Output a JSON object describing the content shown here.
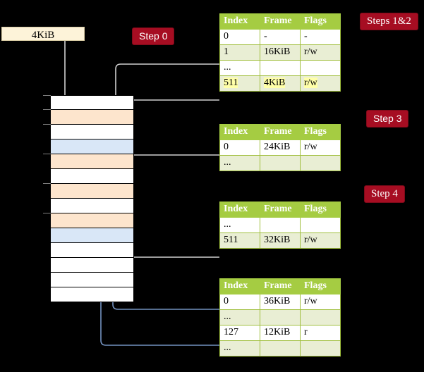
{
  "diagram": {
    "title_hidden": "",
    "source_box": {
      "label": "4KiB"
    },
    "badges": [
      {
        "id": "step0",
        "label": "Step 0",
        "font": "sans"
      },
      {
        "id": "steps12",
        "label": "Steps 1&2",
        "font": "serif"
      },
      {
        "id": "step3",
        "label": "Step 3",
        "font": "sans"
      },
      {
        "id": "step4",
        "label": "Step 4",
        "font": "serif"
      }
    ],
    "memory_stack": {
      "rows": [
        {
          "fill": "white",
          "tick": true
        },
        {
          "fill": "peach",
          "tick": true
        },
        {
          "fill": "white",
          "tick": true
        },
        {
          "fill": "blue",
          "tick": false
        },
        {
          "fill": "peach",
          "tick": true
        },
        {
          "fill": "white",
          "tick": false
        },
        {
          "fill": "peach",
          "tick": true
        },
        {
          "fill": "white",
          "tick": false
        },
        {
          "fill": "peach",
          "tick": true
        },
        {
          "fill": "blue",
          "tick": false
        },
        {
          "fill": "white",
          "tick": false
        },
        {
          "fill": "white",
          "tick": false
        },
        {
          "fill": "white",
          "tick": false
        },
        {
          "fill": "white",
          "tick": false
        }
      ]
    },
    "tables": [
      {
        "id": "table-level4",
        "headers": [
          "Index",
          "Frame",
          "Flags"
        ],
        "rows": [
          {
            "cells": [
              "0",
              "-",
              "-"
            ],
            "style": "plain",
            "highlight": false
          },
          {
            "cells": [
              "1",
              "16KiB",
              "r/w"
            ],
            "style": "alt",
            "highlight": false
          },
          {
            "cells": [
              "...",
              "",
              ""
            ],
            "style": "plain",
            "highlight": false
          },
          {
            "cells": [
              "511",
              "4KiB",
              "r/w"
            ],
            "style": "alt",
            "highlight": true
          }
        ]
      },
      {
        "id": "table-level3",
        "headers": [
          "Index",
          "Frame",
          "Flags"
        ],
        "rows": [
          {
            "cells": [
              "0",
              "24KiB",
              "r/w"
            ],
            "style": "plain",
            "highlight": false
          },
          {
            "cells": [
              "...",
              "",
              ""
            ],
            "style": "alt",
            "highlight": false
          }
        ]
      },
      {
        "id": "table-level2",
        "headers": [
          "Index",
          "Frame",
          "Flags"
        ],
        "rows": [
          {
            "cells": [
              "...",
              "",
              ""
            ],
            "style": "plain",
            "highlight": false
          },
          {
            "cells": [
              "511",
              "32KiB",
              "r/w"
            ],
            "style": "alt",
            "highlight": false
          }
        ]
      },
      {
        "id": "table-level1",
        "headers": [
          "Index",
          "Frame",
          "Flags"
        ],
        "rows": [
          {
            "cells": [
              "0",
              "36KiB",
              "r/w"
            ],
            "style": "plain",
            "highlight": false
          },
          {
            "cells": [
              "...",
              "",
              ""
            ],
            "style": "alt",
            "highlight": false
          },
          {
            "cells": [
              "127",
              "12KiB",
              "r"
            ],
            "style": "plain",
            "highlight": false
          },
          {
            "cells": [
              "...",
              "",
              ""
            ],
            "style": "alt",
            "highlight": false
          }
        ]
      }
    ],
    "colors": {
      "background": "#000000",
      "badge_bg": "#a60d22",
      "table_header_bg": "#a5cc42",
      "table_alt_row_bg": "#e9eed4",
      "table_border": "#9fbe3c",
      "highlight_yellow": "#ffffa8",
      "row_peach": "#fde5cd",
      "row_blue": "#d9e7f7",
      "source_box_bg": "#fdf3d9",
      "wire_grey": "#cfcfcf",
      "wire_blue": "#7392c0"
    }
  }
}
